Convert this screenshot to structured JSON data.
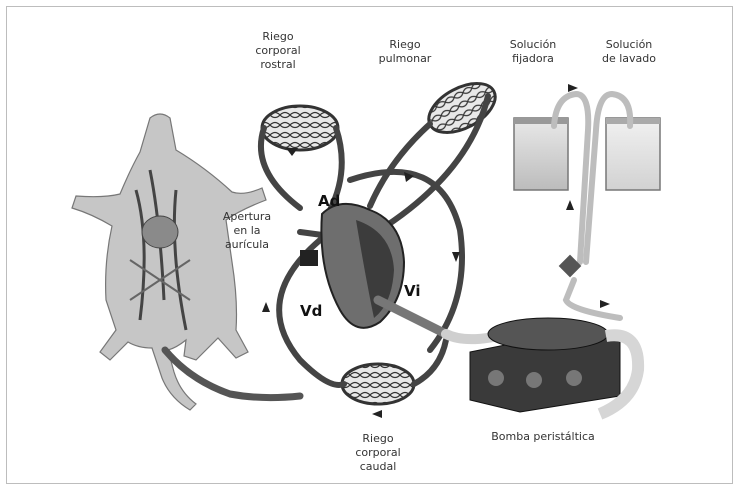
{
  "labels": {
    "rostral": "Riego\ncorporal\nrostral",
    "pulmonar": "Riego\npulmonar",
    "fijadora": "Solución\nfijadora",
    "lavado": "Solución\nde lavado",
    "apertura": "Apertura\nen la\naurícula",
    "caudal": "Riego\ncorporal\ncaudal",
    "bomba": "Bomba peristáltica"
  },
  "chambers": {
    "ad": "Ad",
    "vd": "Vd",
    "vi": "Vi"
  }
}
